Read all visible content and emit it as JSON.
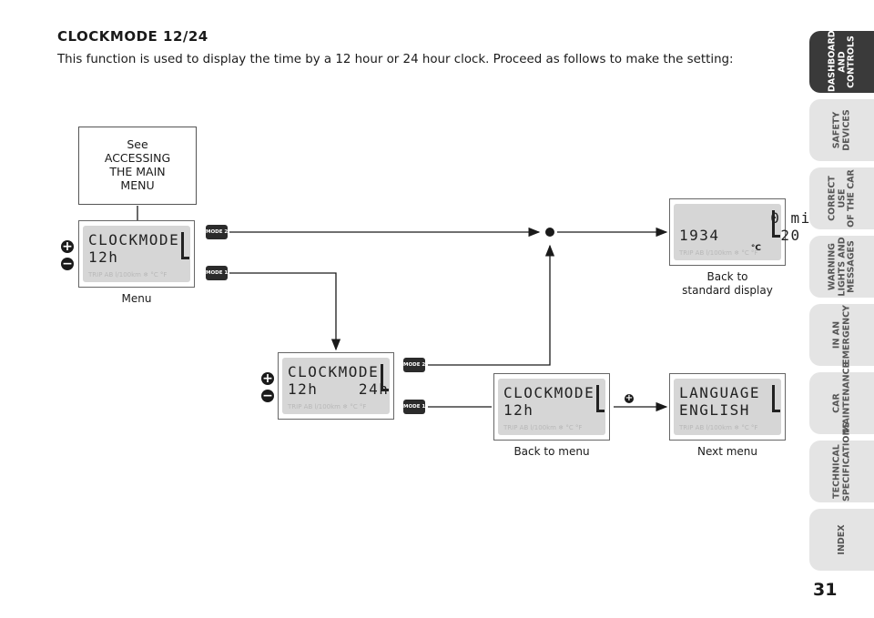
{
  "heading": "CLOCKMODE 12/24",
  "intro": "This function is used to display the time by a 12 hour or 24 hour clock. Proceed as follows to make the setting:",
  "see_box": {
    "line1": "See",
    "line2": "ACCESSING",
    "line3": "THE MAIN",
    "line4": "MENU"
  },
  "buttons": {
    "mode2": "MODE 2",
    "mode1": "MODE 1"
  },
  "lcd_status": "TRIP AB l/100km  ❄ °C °F",
  "displays": {
    "menu": {
      "line1": "CLOCKMODE",
      "line2": "12h"
    },
    "options": {
      "line1": "CLOCKMODE",
      "line2": "12h    24h"
    },
    "standard": {
      "line1": "         0 mi",
      "line2": "1934      20",
      "unit": "°C"
    },
    "back_menu": {
      "line1": "CLOCKMODE",
      "line2": "12h"
    },
    "next": {
      "line1": "LANGUAGE",
      "line2": "ENGLISH"
    }
  },
  "captions": {
    "menu": "Menu",
    "standard_line1": "Back to",
    "standard_line2": "standard display",
    "back_menu": "Back to menu",
    "next": "Next menu"
  },
  "tabs": [
    {
      "line1": "DASHBOARD",
      "line2": "AND CONTROLS",
      "line3": ""
    },
    {
      "line1": "SAFETY",
      "line2": "DEVICES",
      "line3": ""
    },
    {
      "line1": "CORRECT USE",
      "line2": "OF THE CAR",
      "line3": ""
    },
    {
      "line1": "WARNING",
      "line2": "LIGHTS AND",
      "line3": "MESSAGES"
    },
    {
      "line1": "IN AN",
      "line2": "EMERGENCY",
      "line3": ""
    },
    {
      "line1": "CAR",
      "line2": "MAINTENANCE",
      "line3": ""
    },
    {
      "line1": "TECHNICAL",
      "line2": "SPECIFICATIONS",
      "line3": ""
    },
    {
      "line1": "INDEX",
      "line2": "",
      "line3": ""
    }
  ],
  "page_number": "31"
}
